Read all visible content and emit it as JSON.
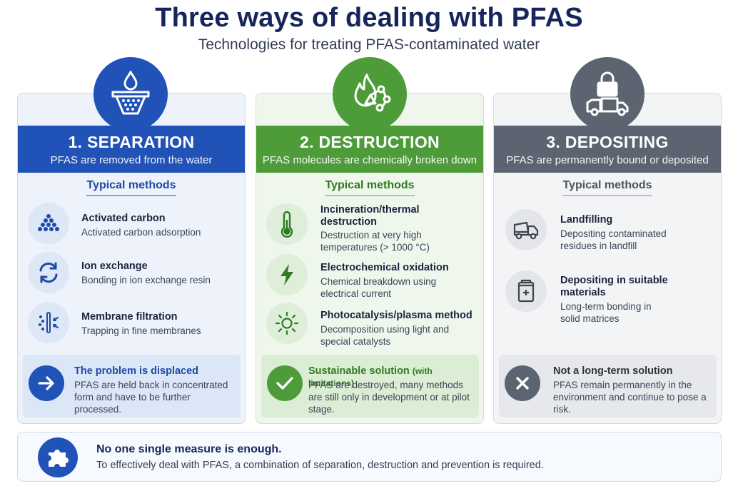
{
  "header": {
    "title": "Three ways of dealing with PFAS",
    "subtitle": "Technologies for treating PFAS-contaminated water"
  },
  "columns": [
    {
      "title": "1.  SEPARATION",
      "subtitle": "PFAS are removed from the water",
      "methods_heading": "Typical methods",
      "icon": "water-filter-icon",
      "color": "#2052b8",
      "methods": [
        {
          "title": "Activated carbon",
          "title2": "",
          "desc": "Activated carbon adsorption",
          "desc2": "",
          "icon": "carbon-granules-icon"
        },
        {
          "title": "Ion exchange",
          "title2": "",
          "desc": "Bonding in ion exchange resin",
          "desc2": "",
          "icon": "exchange-arrows-icon"
        },
        {
          "title": "Membrane filtration",
          "title2": "",
          "desc": "Trapping in fine membranes",
          "desc2": "",
          "icon": "membrane-icon"
        }
      ],
      "note": {
        "title": "The problem is displaced",
        "title_small": "",
        "desc": "PFAS are held back in concentrated form and have to be further processed.",
        "icon": "arrow-right-icon"
      }
    },
    {
      "title": "2.  DESTRUCTION",
      "subtitle": "PFAS molecules are chemically broken down",
      "methods_heading": "Typical methods",
      "icon": "flame-molecule-icon",
      "color": "#4e9b3a",
      "methods": [
        {
          "title": "Incineration/thermal",
          "title2": "destruction",
          "desc": "Destruction at very high",
          "desc2": "temperatures (> 1000 °C)",
          "icon": "thermometer-icon"
        },
        {
          "title": "Electrochemical oxidation",
          "title2": "",
          "desc": "Chemical breakdown using",
          "desc2": "electrical current",
          "icon": "lightning-icon"
        },
        {
          "title": "Photocatalysis/plasma method",
          "title2": "",
          "desc": "Decomposition using light and",
          "desc2": "special catalysts",
          "icon": "sun-icon"
        }
      ],
      "note": {
        "title": "Sustainable solution",
        "title_small": "(with limitations)",
        "desc": "PFAS are destroyed, many methods are still only in development or at pilot stage.",
        "icon": "checkmark-icon"
      }
    },
    {
      "title": "3.  DEPOSITING",
      "subtitle": "PFAS are permanently bound or deposited",
      "methods_heading": "Typical methods",
      "icon": "lock-truck-icon",
      "color": "#5b6470",
      "methods": [
        {
          "title": "Landfilling",
          "title2": "",
          "desc": "Depositing contaminated",
          "desc2": "residues in landfill",
          "icon": "dump-truck-icon"
        },
        {
          "title": "Depositing in suitable",
          "title2": "materials",
          "desc": "Long-term bonding in",
          "desc2": "solid matrices",
          "icon": "container-icon"
        }
      ],
      "note": {
        "title": "Not a long-term solution",
        "title_small": "",
        "desc": "PFAS remain permanently in the environment and continue to pose a risk.",
        "icon": "x-icon"
      }
    }
  ],
  "footer": {
    "title": "No one single measure is enough.",
    "text": "To effectively deal with PFAS, a combination of separation, destruction and prevention is required.",
    "icon": "puzzle-icon"
  }
}
